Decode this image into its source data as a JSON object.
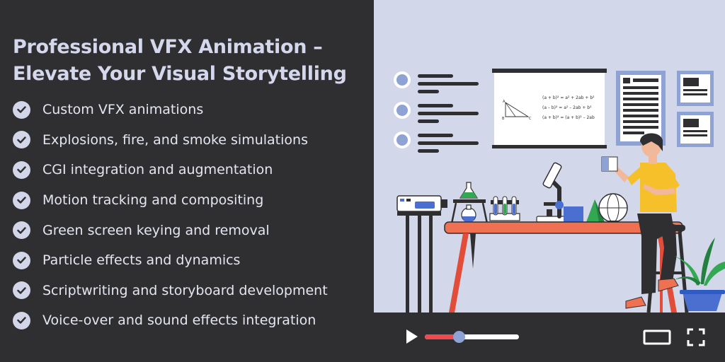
{
  "banner": {
    "title": "Professional VFX Animation – Elevate Your Visual Storytelling",
    "features": [
      "Custom VFX animations",
      "Explosions, fire, and smoke simulations",
      "CGI integration and augmentation",
      "Motion tracking and compositing",
      "Green screen keying and removal",
      "Particle effects and dynamics",
      "Scriptwriting and storyboard development",
      "Voice-over and sound effects integration"
    ]
  },
  "whiteboard": {
    "equations": [
      "(a + b)² = a² + 2ab + b²",
      "(a – b)² = a² – 2ab + b²",
      "(a + b)² = (a + b)² – 2ab"
    ],
    "triangle_labels": [
      "A",
      "B",
      "C"
    ]
  },
  "player": {
    "progress": 0.36,
    "icons": [
      "play-icon",
      "theater-mode-icon",
      "fullscreen-icon"
    ]
  },
  "colors": {
    "background_dark": "#2f2f31",
    "scene_background": "#d3d7ea",
    "title_text": "#d5d8ec",
    "check_circle": "#d3d6e8",
    "progress_red": "#ef4b4e",
    "knob_blue": "#8ea2d4",
    "table_top": "#f07052",
    "shirt_yellow": "#f6c02a"
  }
}
